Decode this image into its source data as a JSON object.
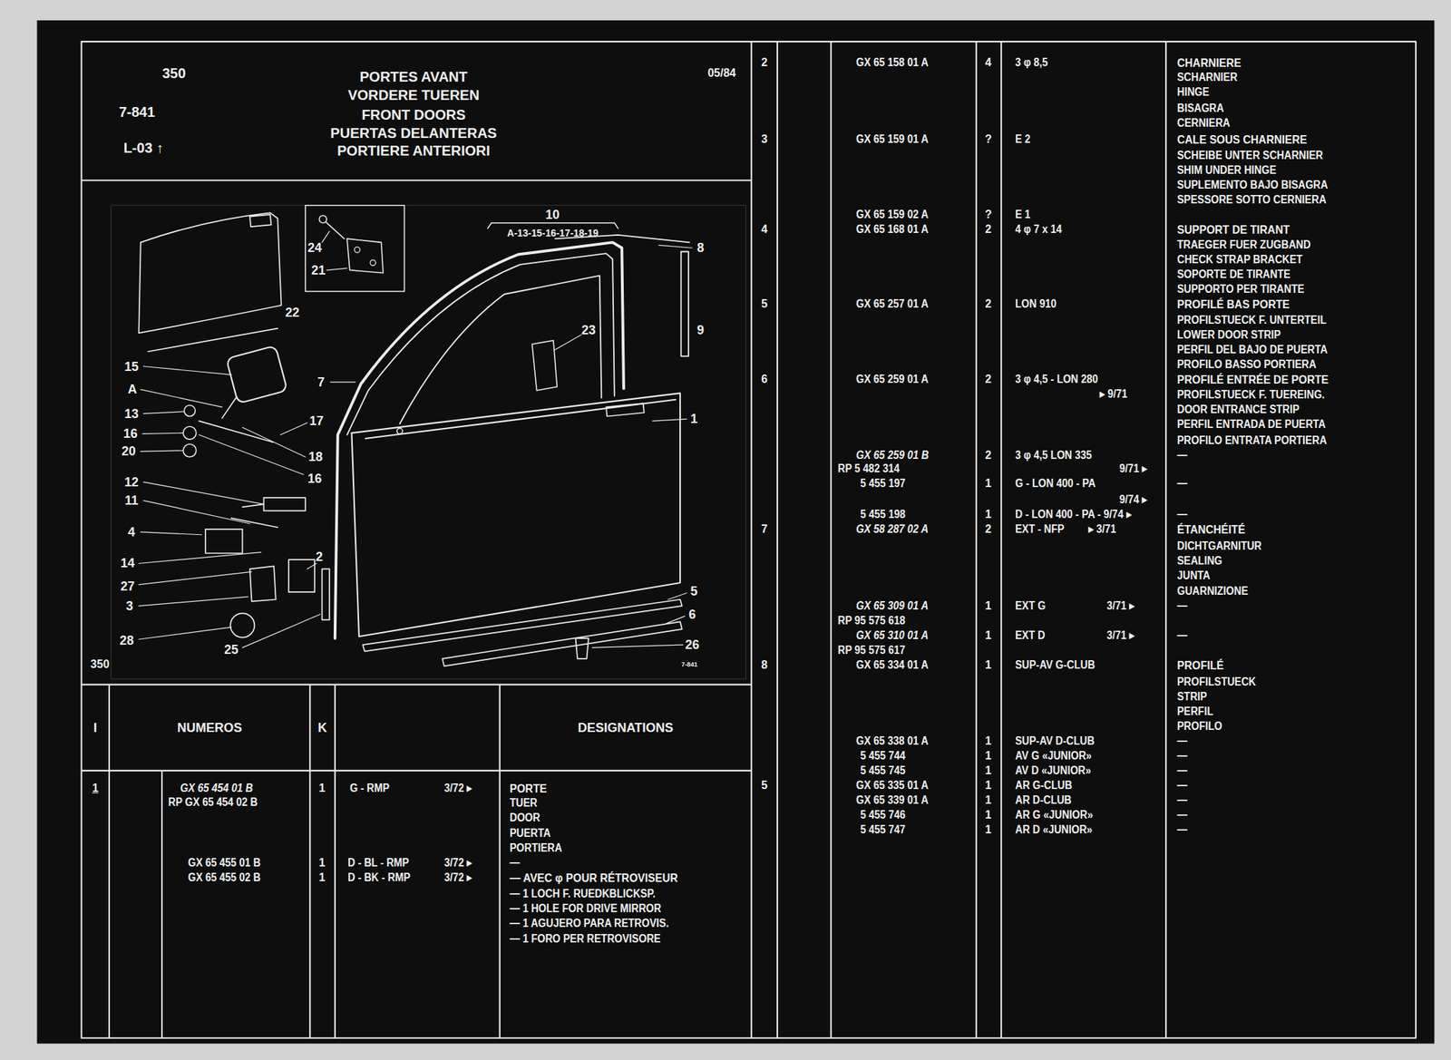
{
  "diagram": {
    "nodes": [
      {
        "text": [
          "350",
          "7-841",
          "L-03 ↑",
          "PORTES AVANT",
          "VORDERE TUEREN",
          "FRONT DOORS",
          "PUERTAS DELANTERAS",
          "PORTIERE ANTERIORI",
          "05/84"
        ]
      },
      {
        "text": [
          "I"
        ]
      },
      {
        "text": [
          "NUMEROS"
        ]
      },
      {
        "text": [
          "K"
        ]
      },
      {
        "text": [
          "DESIGNATIONS"
        ]
      }
    ],
    "labels": [
      "10",
      "A-13-15-16-17-18-19",
      "8",
      "9",
      "23",
      "24",
      "21",
      "22",
      "15",
      "A",
      "7",
      "13",
      "17",
      "1",
      "16",
      "20",
      "18",
      "16",
      "12",
      "11",
      "4",
      "2",
      "14",
      "27",
      "5",
      "3",
      "6",
      "28",
      "26",
      "25",
      "350",
      "7-841",
      "1",
      "GX 65 454 01 B",
      "RP GX 65 454 02 B",
      "1",
      "G - RMP",
      "3/72 ▸",
      "PORTE",
      "TUER",
      "DOOR",
      "PUERTA",
      "PORTIERA",
      "GX 65 455 01 B",
      "1",
      "D - BL - RMP",
      "3/72 ▸",
      "—",
      "GX 65 455 02 B",
      "1",
      "D - BK - RMP",
      "3/72 ▸",
      "— AVEC φ POUR RÉTROVISEUR",
      "— 1 LOCH F. RUEDKBLICKSP.",
      "— 1 HOLE FOR DRIVE MIRROR",
      "— 1 AGUJERO PARA RETROVIS.",
      "— 1 FORO PER RETROVISORE",
      "2",
      "GX 65 158 01 A",
      "4",
      "3 φ 8,5",
      "CHARNIERE",
      "SCHARNIER",
      "HINGE",
      "BISAGRA",
      "CERNIERA",
      "3",
      "GX 65 159 01 A",
      "?",
      "E 2",
      "CALE SOUS CHARNIERE",
      "SCHEIBE UNTER SCHARNIER",
      "SHIM UNDER HINGE",
      "SUPLEMENTO BAJO BISAGRA",
      "SPESSORE SOTTO CERNIERA",
      "GX 65 159 02 A",
      "?",
      "E 1",
      "4",
      "GX 65 168 01 A",
      "2",
      "4 φ 7 x 14",
      "SUPPORT DE TIRANT",
      "TRAEGER FUER ZUGBAND",
      "CHECK STRAP BRACKET",
      "SOPORTE DE TIRANTE",
      "SUPPORTO PER TIRANTE",
      "5",
      "GX 65 257 01 A",
      "2",
      "LON 910",
      "PROFILÉ BAS PORTE",
      "PROFILSTUECK F. UNTERTEIL",
      "LOWER DOOR STRIP",
      "PERFIL DEL BAJO DE PUERTA",
      "PROFILO BASSO PORTIERA",
      "6",
      "GX 65 259 01 A",
      "2",
      "3 φ 4,5 - LON 280",
      "▸ 9/71",
      "PROFILÉ ENTRÉE DE PORTE",
      "PROFILSTUECK F. TUEREING.",
      "DOOR ENTRANCE STRIP",
      "PERFIL ENTRADA DE PUERTA",
      "PROFILO ENTRATA PORTIERA",
      "GX 65 259 01 B",
      "2",
      "3 φ 4,5 LON 335",
      "—",
      "RP 5 482 314",
      "9/71 ▸",
      "5 455 197",
      "1",
      "G - LON 400 - PA",
      "—",
      "9/74 ▸",
      "5 455 198",
      "1",
      "D - LON 400 - PA - 9/74 ▸",
      "—",
      "7",
      "GX 58 287 02 A",
      "2",
      "EXT - NFP",
      "▸ 3/71",
      "ÉTANCHÉITÉ",
      "DICHTGARNITUR",
      "SEALING",
      "JUNTA",
      "GUARNIZIONE",
      "GX 65 309 01 A",
      "1",
      "EXT G",
      "3/71 ▸",
      "—",
      "RP 95 575 618",
      "GX 65 310 01 A",
      "1",
      "EXT D",
      "3/71 ▸",
      "—",
      "RP 95 575 617",
      "8",
      "GX 65 334 01 A",
      "1",
      "SUP-AV G-CLUB",
      "PROFILÉ",
      "PROFILSTUECK",
      "STRIP",
      "PERFIL",
      "PROFILO",
      "GX 65 338 01 A",
      "1",
      "SUP-AV D-CLUB",
      "—",
      "5 455 744",
      "1",
      "AV G «JUNIOR»",
      "—",
      "5 455 745",
      "1",
      "AV D «JUNIOR»",
      "—",
      "5",
      "GX 65 335 01 A",
      "1",
      "AR G-CLUB",
      "—",
      "GX 65 339 01 A",
      "1",
      "AR D-CLUB",
      "—",
      "5 455 746",
      "1",
      "AR G «JUNIOR»",
      "—",
      "5 455 747",
      "1",
      "AR D «JUNIOR»",
      "—"
    ]
  }
}
